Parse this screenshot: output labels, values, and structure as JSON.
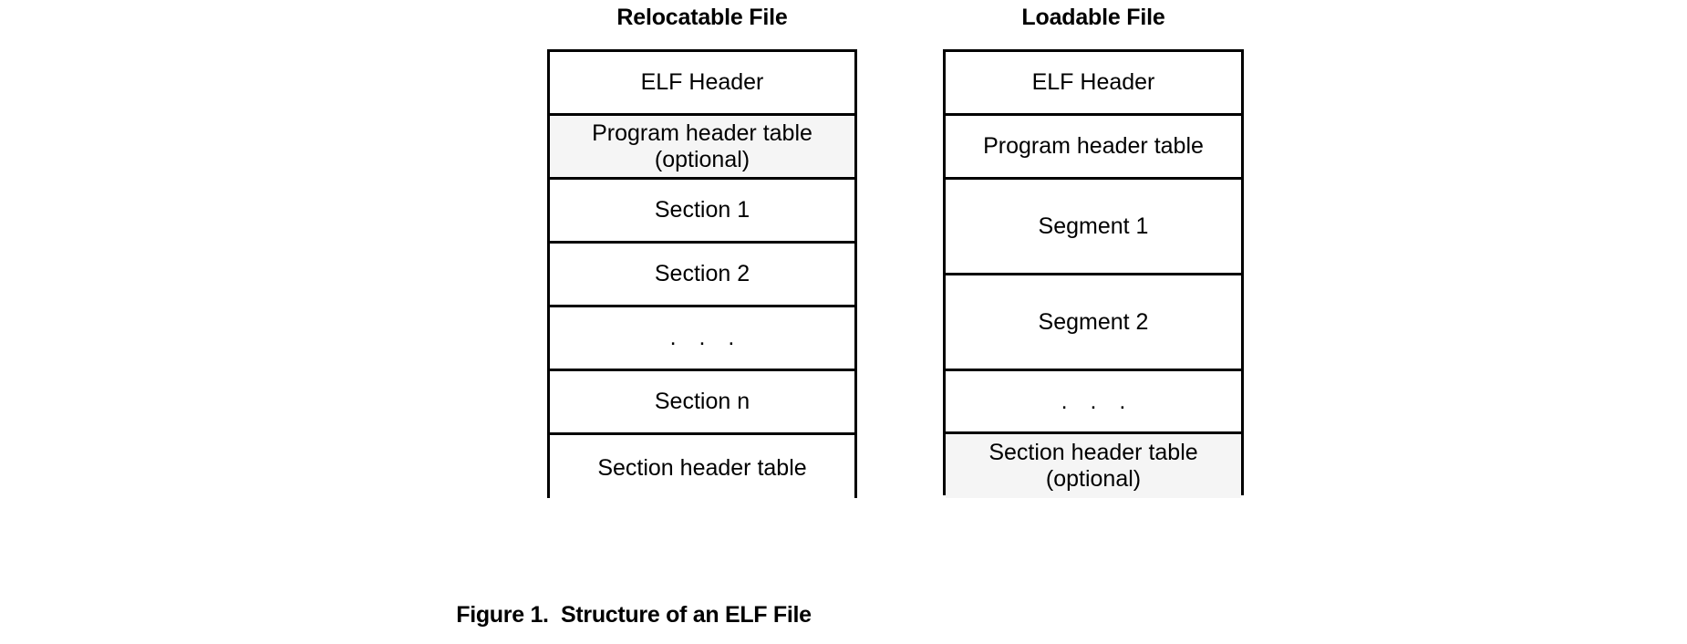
{
  "figure": {
    "caption": "Figure 1.  Structure of an ELF File",
    "colors": {
      "border": "#000000",
      "background": "#ffffff",
      "shaded_row": "#f5f5f5",
      "text": "#000000"
    }
  },
  "columns": [
    {
      "id": "relocatable",
      "title": "Relocatable File",
      "rows": [
        {
          "label": "ELF Header",
          "shaded": false,
          "height": 70,
          "ellipsis": false
        },
        {
          "label": "Program header table\n(optional)",
          "shaded": true,
          "height": 70,
          "ellipsis": false
        },
        {
          "label": "Section 1",
          "shaded": false,
          "height": 70,
          "ellipsis": false
        },
        {
          "label": "Section 2",
          "shaded": false,
          "height": 70,
          "ellipsis": false
        },
        {
          "label": ". . .",
          "shaded": false,
          "height": 70,
          "ellipsis": true
        },
        {
          "label": "Section n",
          "shaded": false,
          "height": 70,
          "ellipsis": false
        },
        {
          "label": "Section header table",
          "shaded": false,
          "height": 72,
          "ellipsis": false
        }
      ]
    },
    {
      "id": "loadable",
      "title": "Loadable File",
      "rows": [
        {
          "label": "ELF Header",
          "shaded": false,
          "height": 70,
          "ellipsis": false
        },
        {
          "label": "Program header table",
          "shaded": false,
          "height": 70,
          "ellipsis": false
        },
        {
          "label": "Segment 1",
          "shaded": false,
          "height": 105,
          "ellipsis": false
        },
        {
          "label": "Segment 2",
          "shaded": false,
          "height": 105,
          "ellipsis": false
        },
        {
          "label": ". . .",
          "shaded": false,
          "height": 69,
          "ellipsis": true
        },
        {
          "label": "Section header table\n(optional)",
          "shaded": true,
          "height": 70,
          "ellipsis": false
        }
      ]
    }
  ]
}
